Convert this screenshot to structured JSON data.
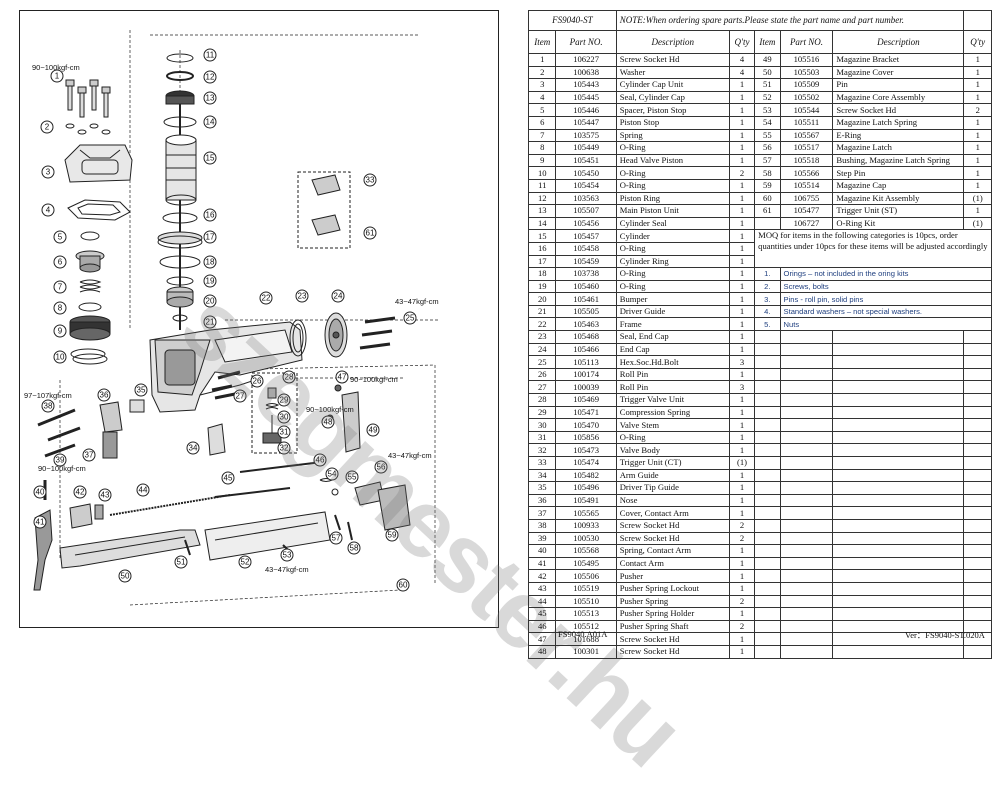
{
  "diagram": {
    "torque_labels": [
      "90~100kgf-cm",
      "43~47kgf-cm",
      "97~107kgf-cm",
      "90~100kgf-cm",
      "90~100kgf-cm",
      "90~100kgf-cm",
      "43~47kgf-cm",
      "43~47kgf-cm"
    ],
    "callouts": [
      "1",
      "2",
      "3",
      "4",
      "5",
      "6",
      "7",
      "8",
      "9",
      "10",
      "11",
      "12",
      "13",
      "14",
      "15",
      "16",
      "17",
      "18",
      "19",
      "20",
      "21",
      "22",
      "23",
      "24",
      "25",
      "26",
      "27",
      "28",
      "29",
      "30",
      "31",
      "32",
      "33",
      "34",
      "35",
      "36",
      "37",
      "38",
      "39",
      "40",
      "41",
      "42",
      "43",
      "44",
      "45",
      "46",
      "47",
      "48",
      "49",
      "50",
      "51",
      "52",
      "53",
      "54",
      "55",
      "56",
      "57",
      "58",
      "59",
      "60",
      "61"
    ]
  },
  "watermark": "szegmester.hu",
  "header": {
    "model": "FS9040-ST",
    "note": "NOTE:When ordering spare parts.Please state the part name and part number."
  },
  "columns": {
    "item": "Item",
    "part_no": "Part NO.",
    "description": "Description",
    "qty": "Q'ty"
  },
  "left_rows": [
    [
      "1",
      "106227",
      "Screw Socket Hd",
      "4"
    ],
    [
      "2",
      "100638",
      "Washer",
      "4"
    ],
    [
      "3",
      "105443",
      "Cylinder Cap Unit",
      "1"
    ],
    [
      "4",
      "105445",
      "Seal, Cylinder Cap",
      "1"
    ],
    [
      "5",
      "105446",
      "Spacer, Piston Stop",
      "1"
    ],
    [
      "6",
      "105447",
      "Piston Stop",
      "1"
    ],
    [
      "7",
      "103575",
      "Spring",
      "1"
    ],
    [
      "8",
      "105449",
      "O-Ring",
      "1"
    ],
    [
      "9",
      "105451",
      "Head Valve Piston",
      "1"
    ],
    [
      "10",
      "105450",
      "O-Ring",
      "2"
    ],
    [
      "11",
      "105454",
      "O-Ring",
      "1"
    ],
    [
      "12",
      "103563",
      "Piston Ring",
      "1"
    ],
    [
      "13",
      "105507",
      "Main Piston Unit",
      "1"
    ],
    [
      "14",
      "105456",
      "Cylinder Seal",
      "1"
    ],
    [
      "15",
      "105457",
      "Cylinder",
      "1"
    ],
    [
      "16",
      "105458",
      "O-Ring",
      "1"
    ],
    [
      "17",
      "105459",
      "Cylinder Ring",
      "1"
    ],
    [
      "18",
      "103738",
      "O-Ring",
      "1"
    ],
    [
      "19",
      "105460",
      "O-Ring",
      "1"
    ],
    [
      "20",
      "105461",
      "Bumper",
      "1"
    ],
    [
      "21",
      "105505",
      "Driver Guide",
      "1"
    ],
    [
      "22",
      "105463",
      "Frame",
      "1"
    ],
    [
      "23",
      "105468",
      "Seal, End Cap",
      "1"
    ],
    [
      "24",
      "105466",
      "End Cap",
      "1"
    ],
    [
      "25",
      "105113",
      "Hex.Soc.Hd.Bolt",
      "3"
    ],
    [
      "26",
      "100174",
      "Roll Pin",
      "1"
    ],
    [
      "27",
      "100039",
      "Roll Pin",
      "3"
    ],
    [
      "28",
      "105469",
      "Trigger Valve Unit",
      "1"
    ],
    [
      "29",
      "105471",
      "Compression Spring",
      "1"
    ],
    [
      "30",
      "105470",
      "Valve Stem",
      "1"
    ],
    [
      "31",
      "105856",
      "O-Ring",
      "1"
    ],
    [
      "32",
      "105473",
      "Valve Body",
      "1"
    ],
    [
      "33",
      "105474",
      "Trigger Unit (CT)",
      "(1)"
    ],
    [
      "34",
      "105482",
      "Arm Guide",
      "1"
    ],
    [
      "35",
      "105496",
      "Driver Tip Guide",
      "1"
    ],
    [
      "36",
      "105491",
      "Nose",
      "1"
    ],
    [
      "37",
      "105565",
      "Cover, Contact Arm",
      "1"
    ],
    [
      "38",
      "100933",
      "Screw Socket Hd",
      "2"
    ],
    [
      "39",
      "100530",
      "Screw Socket Hd",
      "2"
    ],
    [
      "40",
      "105568",
      "Spring, Contact Arm",
      "1"
    ],
    [
      "41",
      "105495",
      "Contact Arm",
      "1"
    ],
    [
      "42",
      "105506",
      "Pusher",
      "1"
    ],
    [
      "43",
      "105519",
      "Pusher Spring Lockout",
      "1"
    ],
    [
      "44",
      "105510",
      "Pusher Spring",
      "2"
    ],
    [
      "45",
      "105513",
      "Pusher Spring Holder",
      "1"
    ],
    [
      "46",
      "105512",
      "Pusher Spring Shaft",
      "2"
    ],
    [
      "47",
      "101688",
      "Screw Socket Hd",
      "1"
    ],
    [
      "48",
      "100301",
      "Screw Socket Hd",
      "1"
    ]
  ],
  "right_rows": [
    [
      "49",
      "105516",
      "Magazine Bracket",
      "1"
    ],
    [
      "50",
      "105503",
      "Magazine Cover",
      "1"
    ],
    [
      "51",
      "105509",
      "Pin",
      "1"
    ],
    [
      "52",
      "105502",
      "Magazine Core Assembly",
      "1"
    ],
    [
      "53",
      "105544",
      "Screw Socket Hd",
      "2"
    ],
    [
      "54",
      "105511",
      "Magazine Latch Spring",
      "1"
    ],
    [
      "55",
      "105567",
      "E-Ring",
      "1"
    ],
    [
      "56",
      "105517",
      "Magazine Latch",
      "1"
    ],
    [
      "57",
      "105518",
      "Bushing, Magazine Latch Spring",
      "1"
    ],
    [
      "58",
      "105566",
      "Step Pin",
      "1"
    ],
    [
      "59",
      "105514",
      "Magazine Cap",
      "1"
    ],
    [
      "60",
      "106755",
      "Magazine Kit Assembly",
      "(1)"
    ],
    [
      "61",
      "105477",
      "Trigger Unit (ST)",
      "1"
    ],
    [
      "",
      "106727",
      "O-Ring Kit",
      "(1)"
    ]
  ],
  "moq_note": "MOQ for items in the following categories is 10pcs, order quantities under 10pcs for these items will be adjusted accordingly",
  "moq_list": [
    [
      "1.",
      "Orings – not included in the oring kits"
    ],
    [
      "2.",
      "Screws, bolts"
    ],
    [
      "3.",
      "Pins  - roll pin, solid pins"
    ],
    [
      "4.",
      "Standard washers – not special washers."
    ],
    [
      "5.",
      "Nuts"
    ]
  ],
  "footer": {
    "left": "FS9040.A01A",
    "right": "Ver：FS9040-ST.020A"
  }
}
